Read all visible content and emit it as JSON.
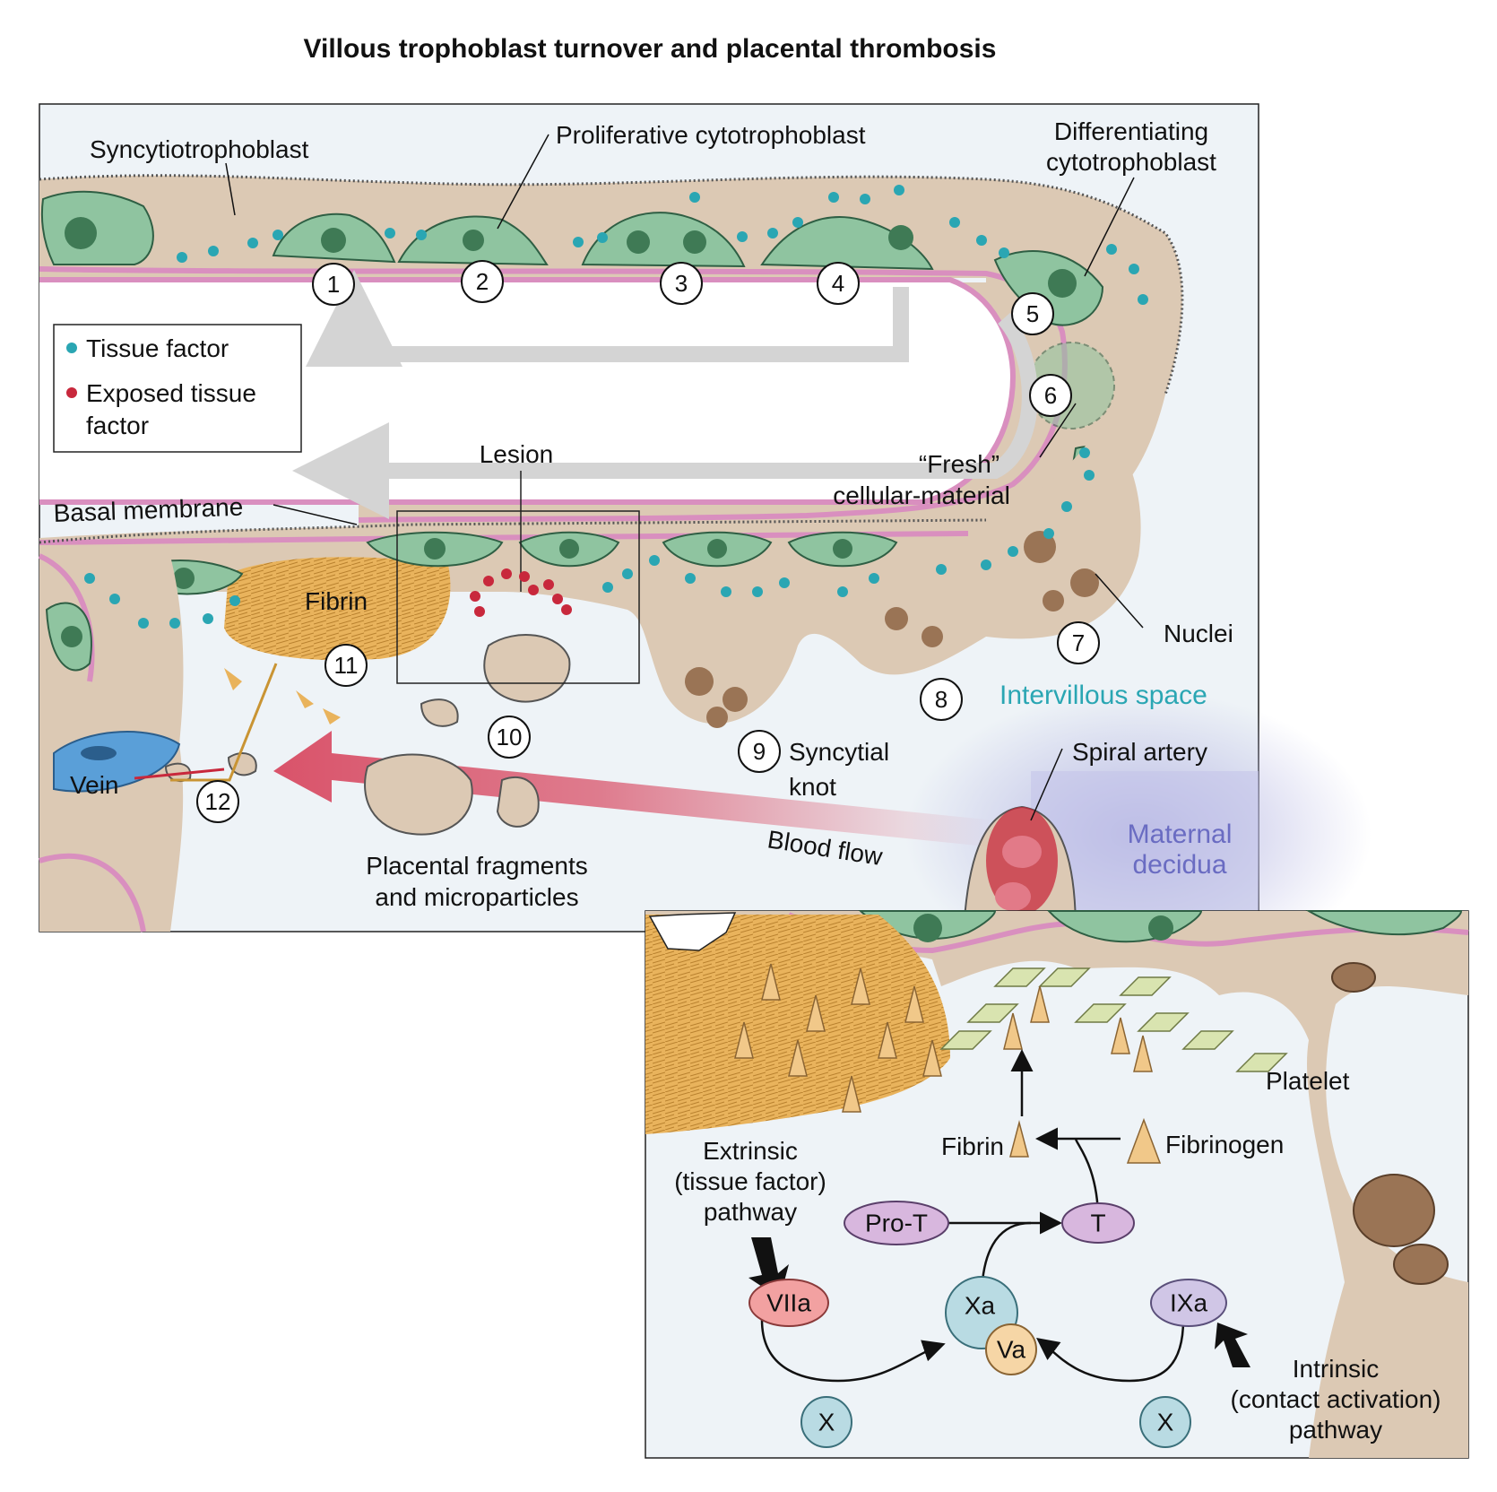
{
  "title": "Villous trophoblast turnover and placental thrombosis",
  "colors": {
    "syncytium": "#dcc9b4",
    "cytotrophoblast": "#8fc4a0",
    "basal_membrane": "#d98fbf",
    "tissue_factor": "#2aa6b3",
    "exposed_tissue_factor": "#c8283c",
    "fibrin": "#e9b35c",
    "intervillous_space": "#eef3f7",
    "maternal_decidua": "#b7b8e3",
    "blood_flow": "#d9536a",
    "vein": "#5a9fd8",
    "platelet": "#d9e4b0",
    "turnover_arrow": "#d4d4d4"
  },
  "legend": {
    "tissue_factor": "Tissue factor",
    "exposed_line1": "Exposed tissue",
    "exposed_line2": "factor"
  },
  "labels": {
    "syncytiotrophoblast": "Syncytiotrophoblast",
    "proliferative": "Proliferative cytotrophoblast",
    "differentiating_line1": "Differentiating",
    "differentiating_line2": "cytotrophoblast",
    "fresh_line1": "“Fresh”",
    "fresh_line2": "cellular-material",
    "lesion": "Lesion",
    "basal_membrane": "Basal membrane",
    "fibrin": "Fibrin",
    "nuclei": "Nuclei",
    "intervillous_space": "Intervillous space",
    "syncytial_line1": "Syncytial",
    "syncytial_line2": "knot",
    "spiral_artery": "Spiral artery",
    "maternal_line1": "Maternal",
    "maternal_line2": "decidua",
    "vein": "Vein",
    "blood_flow": "Blood flow",
    "fragments_line1": "Placental fragments",
    "fragments_line2": "and microparticles"
  },
  "steps": [
    "1",
    "2",
    "3",
    "4",
    "5",
    "6",
    "7",
    "8",
    "9",
    "10",
    "11",
    "12"
  ],
  "inset": {
    "platelet": "Platelet",
    "fibrin": "Fibrin",
    "fibrinogen": "Fibrinogen",
    "extrinsic_line1": "Extrinsic",
    "extrinsic_line2": "(tissue factor)",
    "extrinsic_line3": "pathway",
    "intrinsic_line1": "Intrinsic",
    "intrinsic_line2": "(contact activation)",
    "intrinsic_line3": "pathway",
    "pro_t": "Pro-T",
    "t": "T",
    "viia": "VIIa",
    "xa": "Xa",
    "va": "Va",
    "ixa": "IXa",
    "x_left": "X",
    "x_right": "X"
  }
}
